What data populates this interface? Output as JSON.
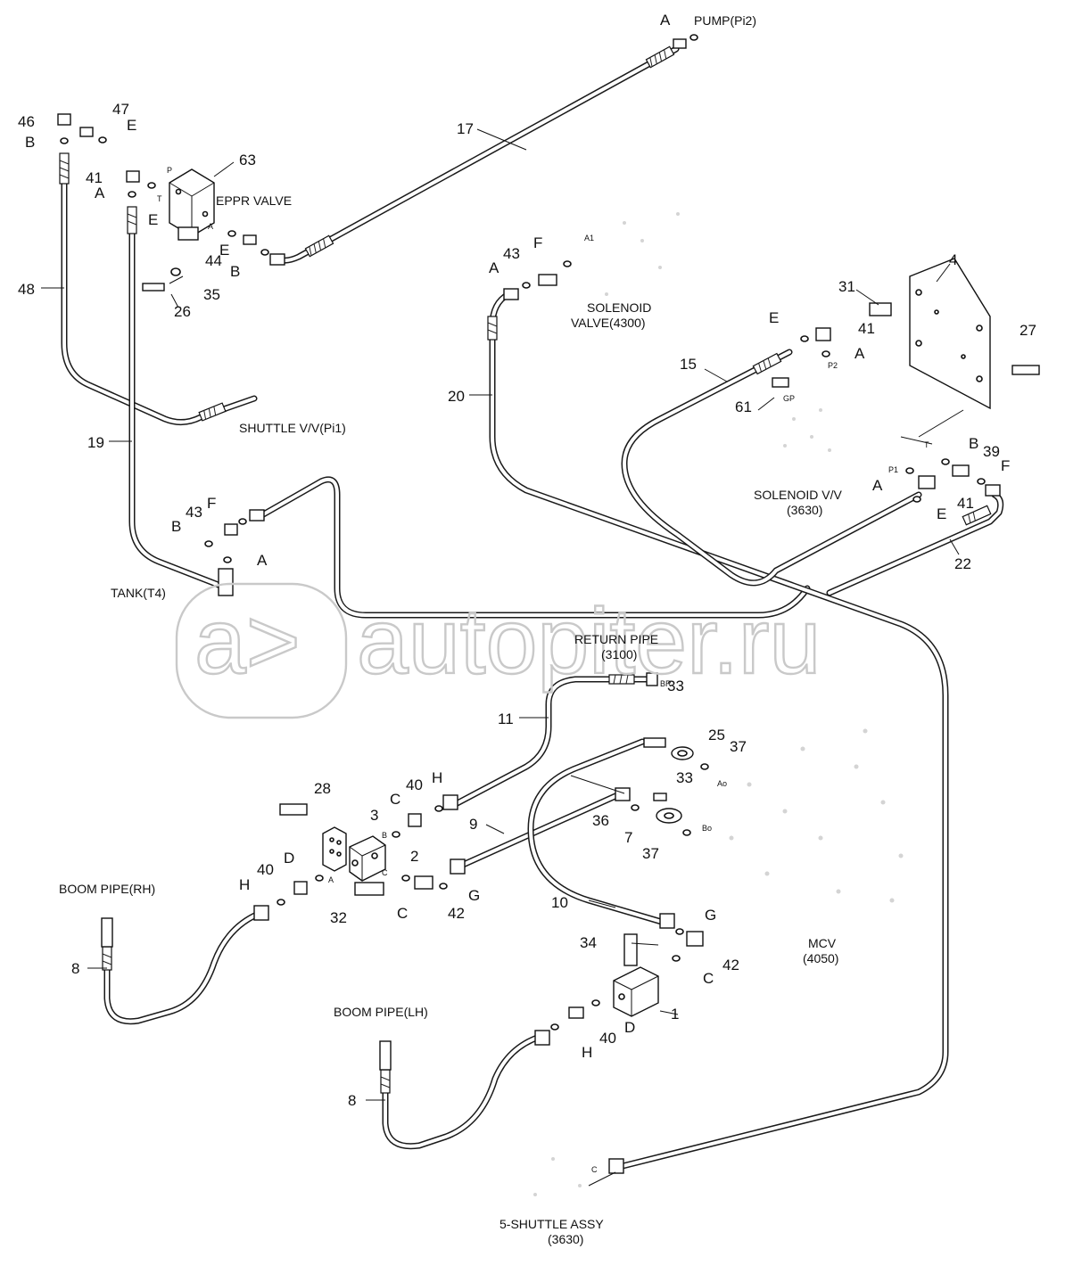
{
  "watermark": {
    "logo_letters": "a>",
    "site": "autopiter.ru"
  },
  "part_numbers": [
    {
      "id": "46",
      "text": "46"
    },
    {
      "id": "47",
      "text": "47"
    },
    {
      "id": "17",
      "text": "17"
    },
    {
      "id": "63",
      "text": "63"
    },
    {
      "id": "41a",
      "text": "41"
    },
    {
      "id": "44",
      "text": "44"
    },
    {
      "id": "26",
      "text": "26"
    },
    {
      "id": "35",
      "text": "35"
    },
    {
      "id": "48",
      "text": "48"
    },
    {
      "id": "19",
      "text": "19"
    },
    {
      "id": "43a",
      "text": "43"
    },
    {
      "id": "43b",
      "text": "43"
    },
    {
      "id": "20",
      "text": "20"
    },
    {
      "id": "4",
      "text": "4"
    },
    {
      "id": "31",
      "text": "31"
    },
    {
      "id": "41b",
      "text": "41"
    },
    {
      "id": "27",
      "text": "27"
    },
    {
      "id": "15",
      "text": "15"
    },
    {
      "id": "61",
      "text": "61"
    },
    {
      "id": "39",
      "text": "39"
    },
    {
      "id": "41c",
      "text": "41"
    },
    {
      "id": "22",
      "text": "22"
    },
    {
      "id": "11",
      "text": "11"
    },
    {
      "id": "33a",
      "text": "33"
    },
    {
      "id": "25",
      "text": "25"
    },
    {
      "id": "37a",
      "text": "37"
    },
    {
      "id": "33b",
      "text": "33"
    },
    {
      "id": "28",
      "text": "28"
    },
    {
      "id": "40a",
      "text": "40"
    },
    {
      "id": "3",
      "text": "3"
    },
    {
      "id": "9",
      "text": "9"
    },
    {
      "id": "36",
      "text": "36"
    },
    {
      "id": "7",
      "text": "7"
    },
    {
      "id": "37b",
      "text": "37"
    },
    {
      "id": "2",
      "text": "2"
    },
    {
      "id": "40b",
      "text": "40"
    },
    {
      "id": "42a",
      "text": "42"
    },
    {
      "id": "32",
      "text": "32"
    },
    {
      "id": "10",
      "text": "10"
    },
    {
      "id": "34",
      "text": "34"
    },
    {
      "id": "42b",
      "text": "42"
    },
    {
      "id": "1",
      "text": "1"
    },
    {
      "id": "40c",
      "text": "40"
    },
    {
      "id": "8a",
      "text": "8"
    },
    {
      "id": "8b",
      "text": "8"
    }
  ],
  "port_letters": [
    {
      "id": "A1",
      "text": "A"
    },
    {
      "id": "E1",
      "text": "E"
    },
    {
      "id": "B1",
      "text": "B"
    },
    {
      "id": "A2",
      "text": "A"
    },
    {
      "id": "E2",
      "text": "E"
    },
    {
      "id": "E3",
      "text": "E"
    },
    {
      "id": "B2",
      "text": "B"
    },
    {
      "id": "A3",
      "text": "A"
    },
    {
      "id": "F1",
      "text": "F"
    },
    {
      "id": "E4",
      "text": "E"
    },
    {
      "id": "A4",
      "text": "A"
    },
    {
      "id": "B3",
      "text": "B"
    },
    {
      "id": "F2",
      "text": "F"
    },
    {
      "id": "A5",
      "text": "A"
    },
    {
      "id": "E5",
      "text": "E"
    },
    {
      "id": "F3",
      "text": "F"
    },
    {
      "id": "B4",
      "text": "B"
    },
    {
      "id": "A6",
      "text": "A"
    },
    {
      "id": "H1",
      "text": "H"
    },
    {
      "id": "C1",
      "text": "C"
    },
    {
      "id": "D1",
      "text": "D"
    },
    {
      "id": "H2",
      "text": "H"
    },
    {
      "id": "C2",
      "text": "C"
    },
    {
      "id": "G1",
      "text": "G"
    },
    {
      "id": "G2",
      "text": "G"
    },
    {
      "id": "C3",
      "text": "C"
    },
    {
      "id": "D2",
      "text": "D"
    },
    {
      "id": "H3",
      "text": "H"
    }
  ],
  "callouts": [
    {
      "id": "pump",
      "text": "PUMP(Pi2)"
    },
    {
      "id": "eppr",
      "text": "EPPR VALVE"
    },
    {
      "id": "sol1a",
      "text": "SOLENOID"
    },
    {
      "id": "sol1b",
      "text": "VALVE(4300)"
    },
    {
      "id": "shuttle",
      "text": "SHUTTLE V/V(Pi1)"
    },
    {
      "id": "sol2a",
      "text": "SOLENOID V/V"
    },
    {
      "id": "sol2b",
      "text": "(3630)"
    },
    {
      "id": "tank",
      "text": "TANK(T4)"
    },
    {
      "id": "ret1",
      "text": "RETURN PIPE"
    },
    {
      "id": "ret2",
      "text": "(3100)"
    },
    {
      "id": "boomrh",
      "text": "BOOM PIPE(RH)"
    },
    {
      "id": "mcv1",
      "text": "MCV"
    },
    {
      "id": "mcv2",
      "text": "(4050)"
    },
    {
      "id": "boomlh",
      "text": "BOOM PIPE(LH)"
    },
    {
      "id": "shut5a",
      "text": "5-SHUTTLE ASSY"
    },
    {
      "id": "shut5b",
      "text": "(3630)"
    }
  ],
  "small_port_labels": [
    {
      "id": "P",
      "text": "P"
    },
    {
      "id": "T",
      "text": "T"
    },
    {
      "id": "Aport",
      "text": "A"
    },
    {
      "id": "A1p",
      "text": "A1"
    },
    {
      "id": "P2",
      "text": "P2"
    },
    {
      "id": "GP",
      "text": "GP"
    },
    {
      "id": "Tp",
      "text": "T"
    },
    {
      "id": "P1",
      "text": "P1"
    },
    {
      "id": "BR",
      "text": "BR"
    },
    {
      "id": "Ao",
      "text": "Ao"
    },
    {
      "id": "Bo",
      "text": "Bo"
    },
    {
      "id": "Bp",
      "text": "B"
    },
    {
      "id": "Ap",
      "text": "A"
    },
    {
      "id": "Cp",
      "text": "C"
    },
    {
      "id": "Cp2",
      "text": "C"
    }
  ]
}
